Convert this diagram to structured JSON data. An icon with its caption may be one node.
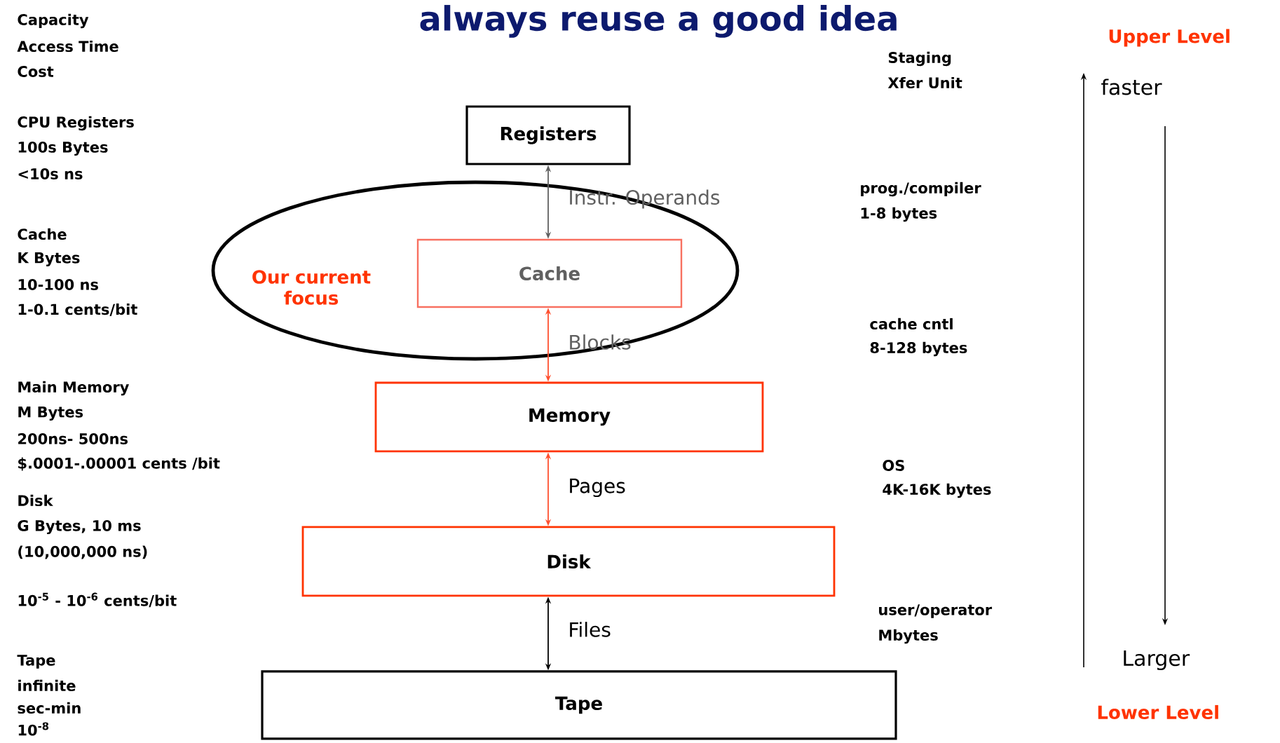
{
  "diagram": {
    "title": "always reuse a good idea",
    "nodes": [
      {
        "text": [
          "Registers"
        ]
      },
      {
        "text": [
          "Our current focus"
        ]
      },
      {
        "text": [
          "Cache"
        ],
        "in": 1
      },
      {
        "text": [
          "Memory"
        ]
      },
      {
        "text": [
          "Disk"
        ]
      },
      {
        "text": [
          "Tape"
        ]
      }
    ],
    "edges": [
      {
        "from": 0,
        "to": 2,
        "arrow": "both",
        "label": "Instr. Operands",
        "color": "#606060"
      },
      {
        "from": 2,
        "to": 3,
        "arrow": "both",
        "label": "Blocks",
        "color": "#ff5030"
      },
      {
        "from": 3,
        "to": 4,
        "arrow": "both",
        "label": "Pages",
        "color": "#ff5030"
      },
      {
        "from": 4,
        "to": 5,
        "arrow": "both",
        "label": "Files",
        "color": "#000000"
      }
    ],
    "labels": [
      "Capacity",
      "Access Time",
      "Cost",
      "CPU Registers",
      "100s Bytes",
      "<10s ns",
      "Cache",
      "K Bytes",
      "10-100 ns",
      "1-0.1 cents/bit",
      "Main Memory",
      "M Bytes",
      "200ns- 500ns",
      "$.0001-.00001 cents /bit",
      "Disk",
      "G Bytes, 10 ms",
      "(10,000,000 ns)",
      "10$^{-5}$ - 10$^{-6}$ cents/bit",
      "Tape",
      "infinite",
      "sec-min",
      "10$^{-8}$",
      "Staging",
      "Xfer Unit",
      "prog./compiler",
      "1-8 bytes",
      "cache cntl",
      "8-128 bytes",
      "OS",
      "4K-16K bytes",
      "user/operator",
      "Mbytes",
      "Upper Level",
      "faster",
      "Larger",
      "Lower Level"
    ]
  }
}
